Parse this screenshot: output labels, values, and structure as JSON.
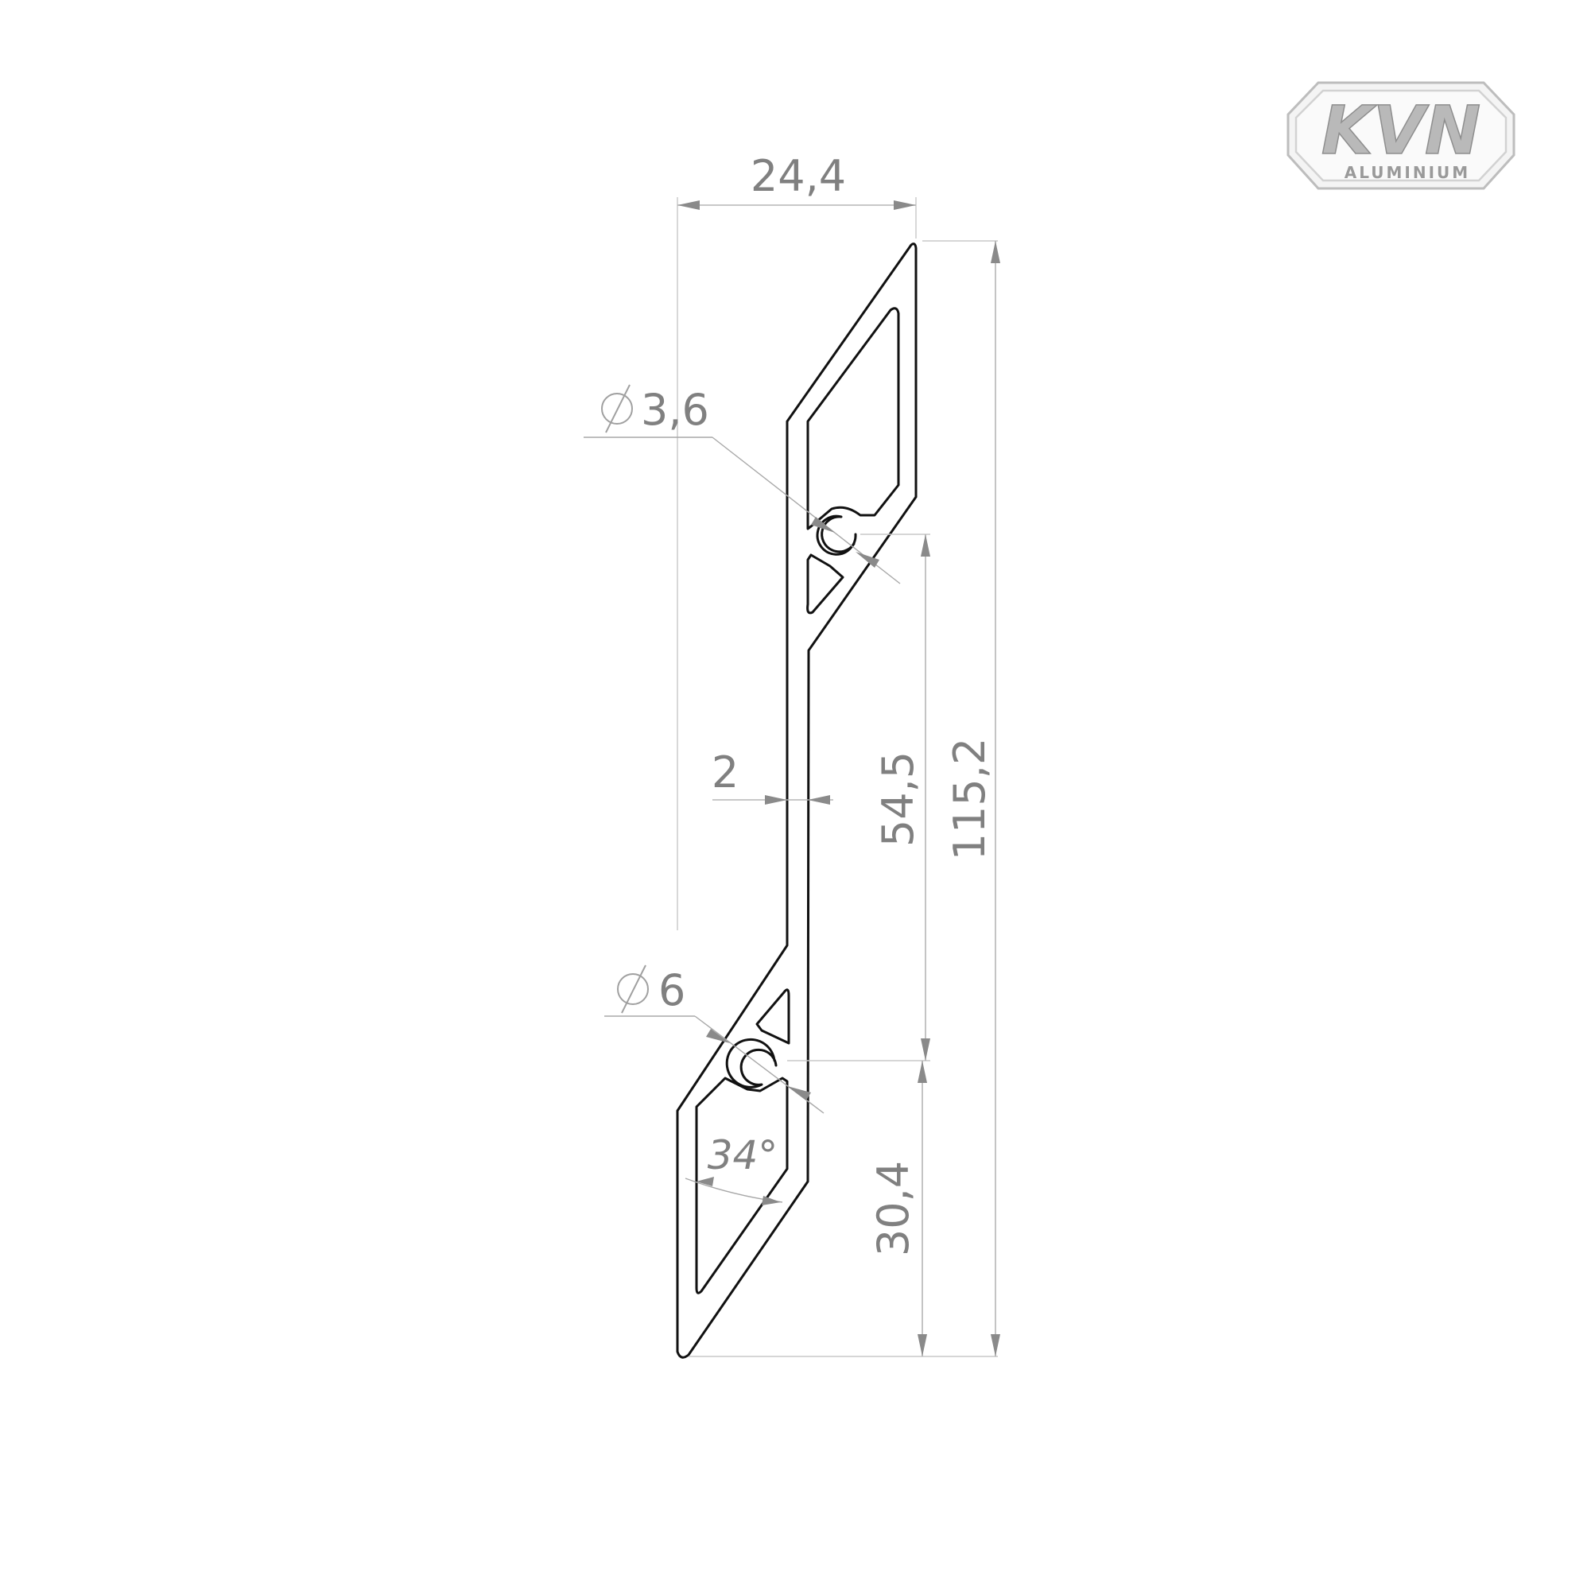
{
  "logo": {
    "brand": "KVN",
    "subtitle": "ALUMINIUM"
  },
  "dimensions": {
    "width_top": "24,4",
    "hole_small": "3,6",
    "hole_large": "6",
    "wall_thickness": "2",
    "center_distance": "54,5",
    "total_height": "115,2",
    "bottom_offset": "30,4",
    "angle": "34°"
  },
  "colors": {
    "outline": "#111111",
    "dimension": "#808080",
    "logo": "#b9b9b9"
  },
  "icons": {
    "diameter_symbol": "diameter-icon"
  }
}
